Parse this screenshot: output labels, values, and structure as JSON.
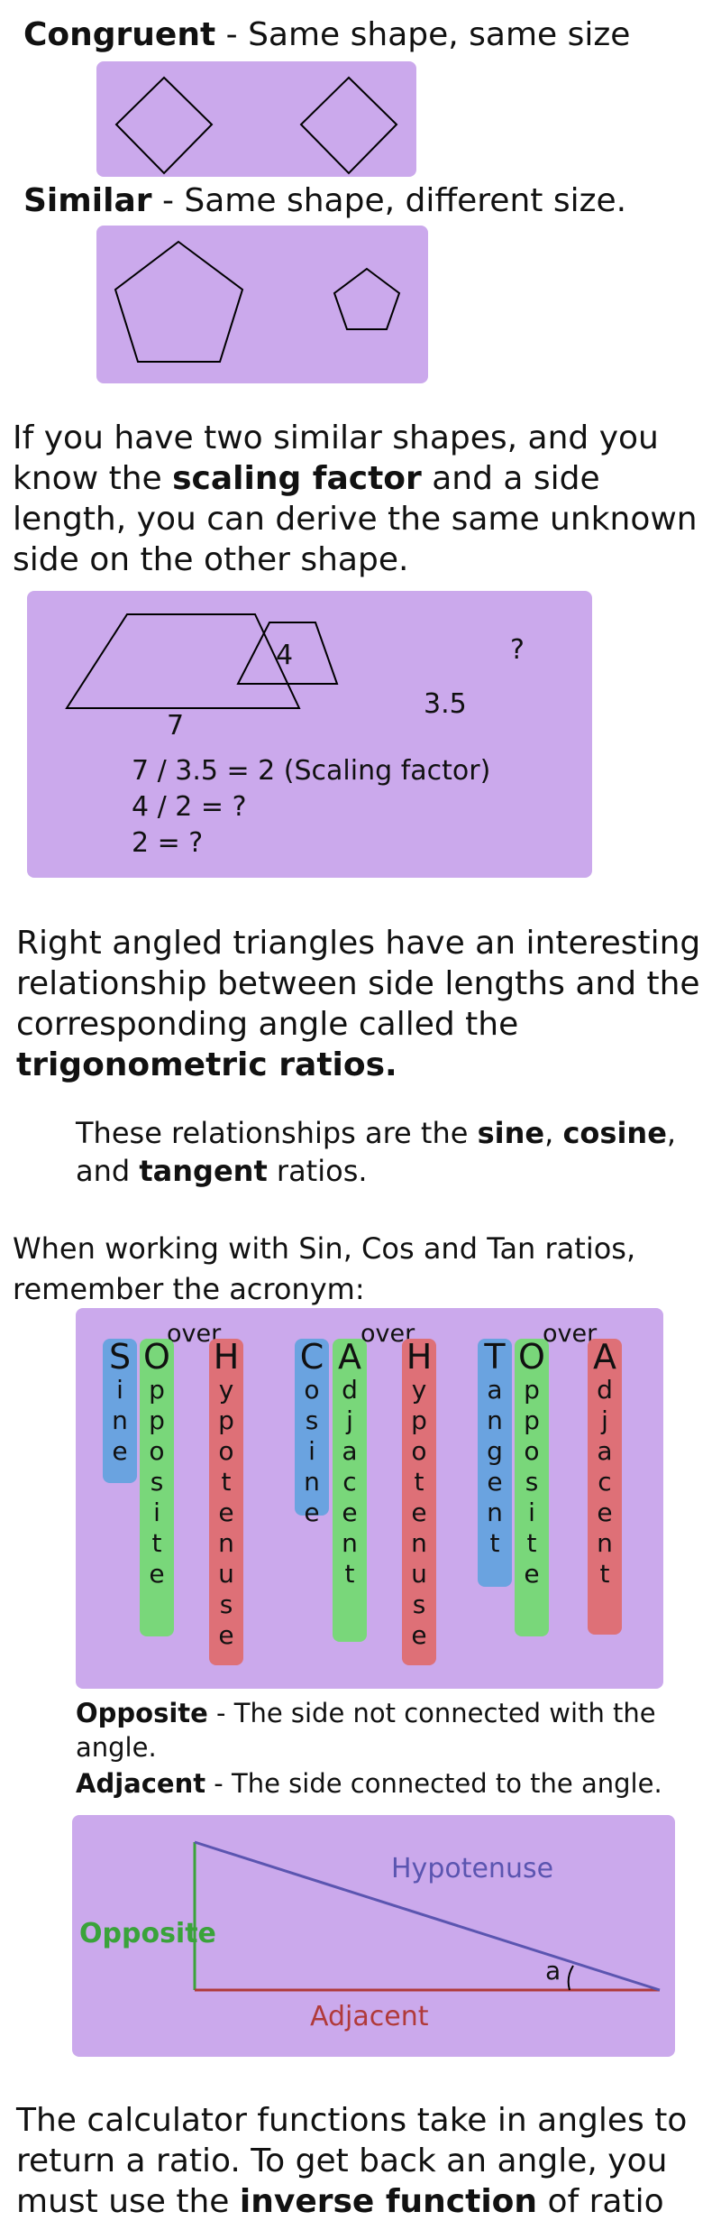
{
  "congruent": {
    "term": "Congruent",
    "desc": " - Same shape, same size"
  },
  "similar": {
    "term": "Similar",
    "desc": " - Same shape, different size."
  },
  "scaling": {
    "intro_1": "If you have two similar shapes, and you know the ",
    "intro_bold": "scaling factor",
    "intro_2": " and a side length, you can derive the same unknown side on the other shape.",
    "big_side": "4",
    "big_base": "7",
    "small_side": "?",
    "small_base": "3.5",
    "line1": "7 / 3.5 = 2 (Scaling factor)",
    "line2": "4 / 2 = ?",
    "line3": "2 = ?"
  },
  "trig": {
    "intro_1": "Right angled triangles have an interesting relationship between side lengths and the corresponding angle called the ",
    "intro_bold": "trigonometric ratios.",
    "rel_1": "These relationships are the ",
    "sine": "sine",
    "rel_2": ", ",
    "cosine": "cosine",
    "rel_3": ",",
    "rel_4": "and ",
    "tangent": "tangent",
    "rel_5": " ratios.",
    "acronym_intro": "When working with Sin, Cos and Tan ratios, remember the acronym:"
  },
  "acronym": {
    "over": "over",
    "groups": [
      {
        "func": {
          "first": "S",
          "rest": "ine"
        },
        "num": {
          "first": "O",
          "rest": "pposite"
        },
        "den": {
          "first": "H",
          "rest": "ypotenuse"
        }
      },
      {
        "func": {
          "first": "C",
          "rest": "osine"
        },
        "num": {
          "first": "A",
          "rest": "djacent"
        },
        "den": {
          "first": "H",
          "rest": "ypotenuse"
        }
      },
      {
        "func": {
          "first": "T",
          "rest": "angent"
        },
        "num": {
          "first": "O",
          "rest": "pposite"
        },
        "den": {
          "first": "A",
          "rest": "djacent"
        }
      }
    ]
  },
  "definitions": {
    "opposite_term": "Opposite",
    "opposite_desc": " - The side not connected with the angle.",
    "adjacent_term": "Adjacent",
    "adjacent_desc": " - The side connected to the angle."
  },
  "triangle": {
    "hypotenuse": "Hypotenuse",
    "opposite": "Opposite",
    "adjacent": "Adjacent",
    "angle": "a"
  },
  "calculator": {
    "text_1": "The calculator functions take in angles to return a ratio. To get back an angle, you must use the ",
    "bold": "inverse function",
    "text_2": " of ratio"
  },
  "colors": {
    "panel": "#cba9ec",
    "blue": "#6aa3e0",
    "green": "#79d77a",
    "red": "#de7077",
    "hyp": "#5b55b0",
    "opp": "#3aa33a",
    "adj": "#b03a3a"
  }
}
